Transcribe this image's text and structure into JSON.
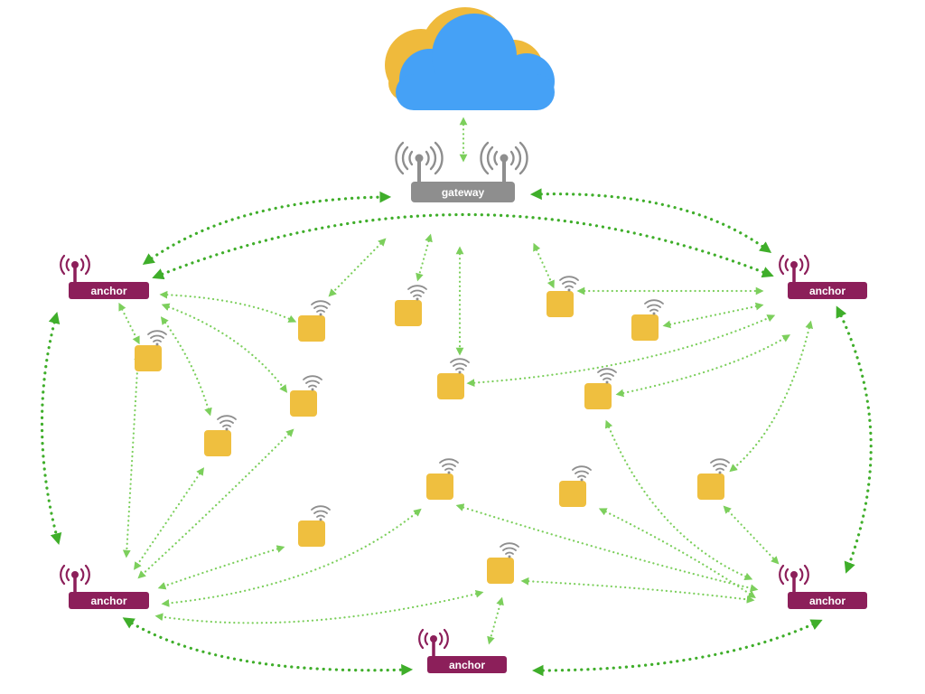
{
  "gateway": {
    "label": "gateway"
  },
  "anchors": [
    {
      "label": "anchor"
    },
    {
      "label": "anchor"
    },
    {
      "label": "anchor"
    },
    {
      "label": "anchor"
    },
    {
      "label": "anchor"
    }
  ],
  "colors": {
    "cloud": "#45a1f6",
    "cloud_shadow": "#efba3c",
    "gateway": "#8e8e8e",
    "anchor": "#8c1f5a",
    "tag": "#efbf3f",
    "wifi_signal": "#8e8e8e",
    "link_main": "#3fae2a",
    "link_thin": "#7ccf5c"
  },
  "icons": {
    "cloud": "cloud-icon",
    "gateway": "router-icon",
    "anchor": "antenna-icon",
    "tag": "wifi-icon"
  }
}
